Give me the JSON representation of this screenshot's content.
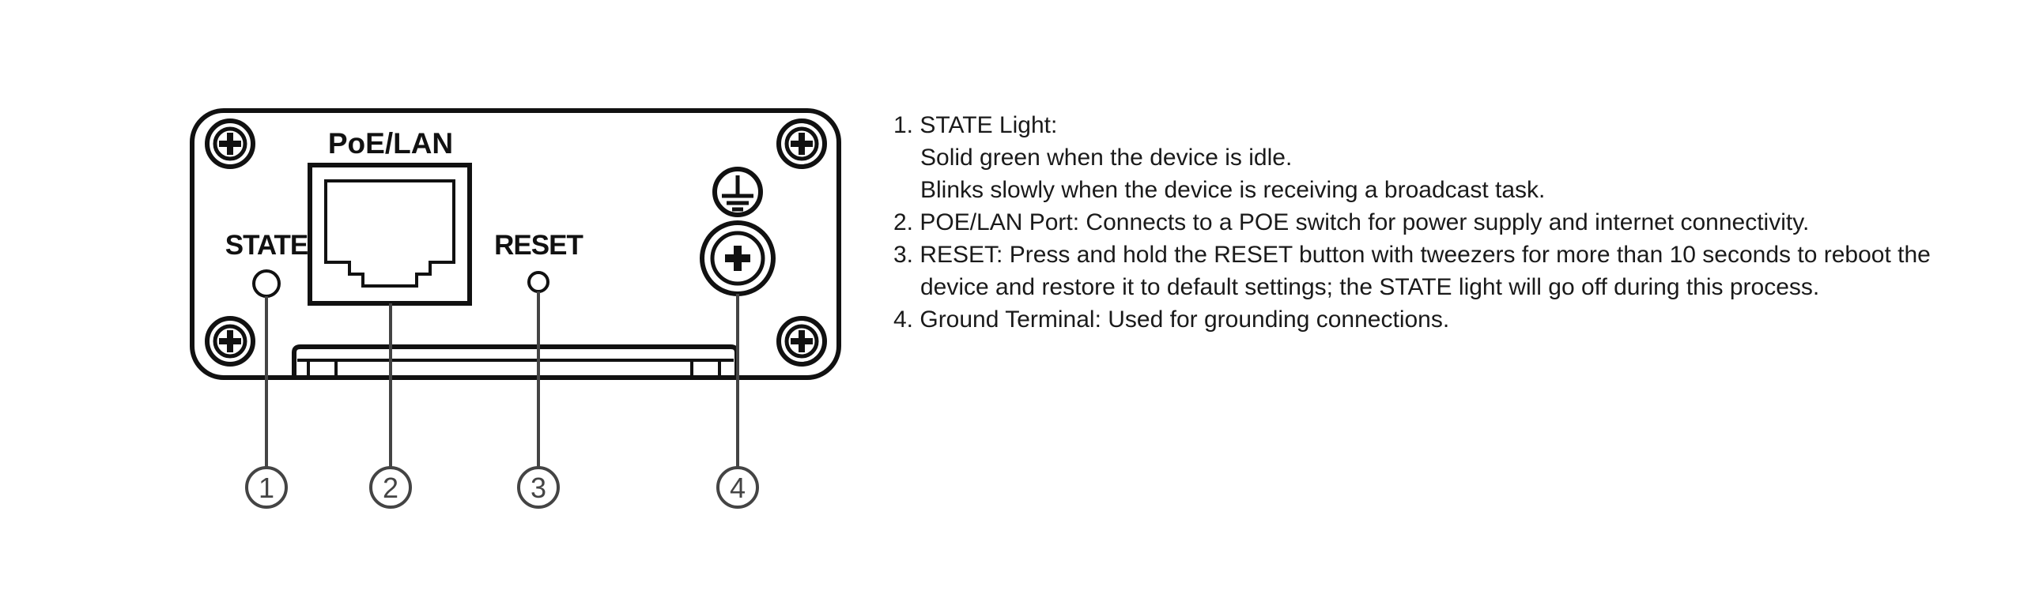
{
  "diagram": {
    "labels": {
      "poe_lan": "PoE/LAN",
      "state": "STATE",
      "reset": "RESET"
    },
    "callouts": [
      "1",
      "2",
      "3",
      "4"
    ],
    "icons": [
      "screw-icon",
      "ground-symbol-icon",
      "ethernet-port-icon"
    ]
  },
  "legend": {
    "items": [
      {
        "title": "1. STATE Light:",
        "lines": [
          "Solid green when the device is idle.",
          "Blinks slowly when the device is receiving a broadcast task."
        ]
      },
      {
        "title": "2. POE/LAN Port: Connects to a POE switch for power supply and internet connectivity."
      },
      {
        "title": "3. RESET: Press and hold the RESET button with tweezers for more than 10 seconds to reboot the",
        "lines": [
          "device and restore it to default settings; the STATE light will go off during this process."
        ]
      },
      {
        "title": "4. Ground Terminal: Used for grounding connections."
      }
    ]
  },
  "colors": {
    "stroke": "#111111",
    "callout_stroke": "#444444",
    "text": "#1a1a1a"
  }
}
